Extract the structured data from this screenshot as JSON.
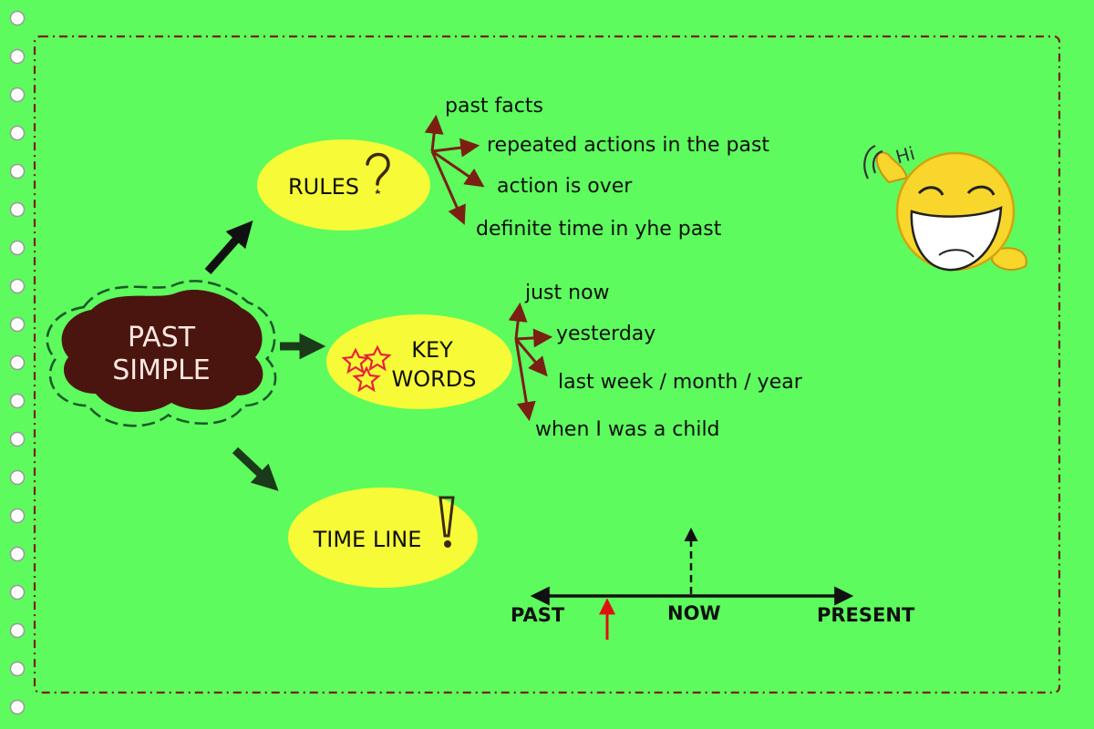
{
  "colors": {
    "background": "#5dfb5d",
    "border_dash": "#7a1f12",
    "bubble_yellow": "#f7fb37",
    "center_blob": "#4a150f",
    "branch_arrow": "#7a1f12",
    "main_arrow": "#1a3a1a",
    "now_marker": "#111111",
    "event_marker": "#e01010"
  },
  "center": {
    "line1": "PAST",
    "line2": "SIMPLE"
  },
  "rules": {
    "title": "RULES",
    "icon": "question-mark-icon",
    "items": [
      "past facts",
      "repeated actions in the past",
      "action is over",
      "definite time in yhe past"
    ]
  },
  "keywords": {
    "title_line1": "KEY",
    "title_line2": "WORDS",
    "icon": "stars-icon",
    "items": [
      "just now",
      "yesterday",
      "last week / month / year",
      "when I was a child"
    ]
  },
  "timeline": {
    "title": "TIME LINE",
    "icon": "exclamation-icon",
    "labels": {
      "past": "PAST",
      "now": "NOW",
      "present": "PRESENT"
    }
  },
  "smiley": {
    "greeting": "Hi"
  }
}
